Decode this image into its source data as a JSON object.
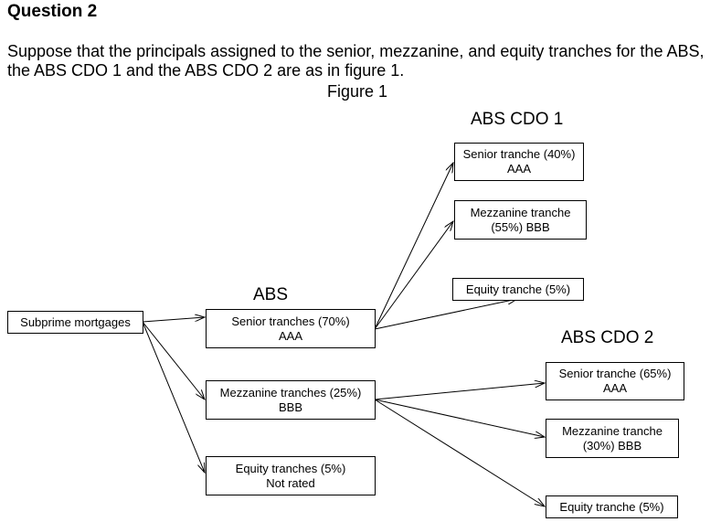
{
  "question": {
    "title": "Question 2",
    "text": "Suppose that the principals assigned to the senior, mezzanine, and equity tranches for the ABS, the ABS CDO 1 and the ABS CDO 2 are as in figure 1.",
    "figure_label": "Figure 1"
  },
  "diagram": {
    "source": "Subprime mortgages",
    "abs": {
      "label": "ABS",
      "senior": {
        "line1": "Senior tranches (70%)",
        "line2": "AAA"
      },
      "mezzanine": {
        "line1": "Mezzanine tranches (25%)",
        "line2": "BBB"
      },
      "equity": {
        "line1": "Equity tranches (5%)",
        "line2": "Not rated"
      }
    },
    "cdo1": {
      "label": "ABS CDO 1",
      "senior": {
        "line1": "Senior tranche (40%)",
        "line2": "AAA"
      },
      "mezzanine": {
        "line1": "Mezzanine tranche",
        "line2": "(55%) BBB"
      },
      "equity": {
        "line1": "Equity tranche (5%)"
      }
    },
    "cdo2": {
      "label": "ABS CDO 2",
      "senior": {
        "line1": "Senior tranche (65%)",
        "line2": "AAA"
      },
      "mezzanine": {
        "line1": "Mezzanine tranche",
        "line2": "(30%) BBB"
      },
      "equity": {
        "line1": "Equity tranche (5%)"
      }
    }
  }
}
